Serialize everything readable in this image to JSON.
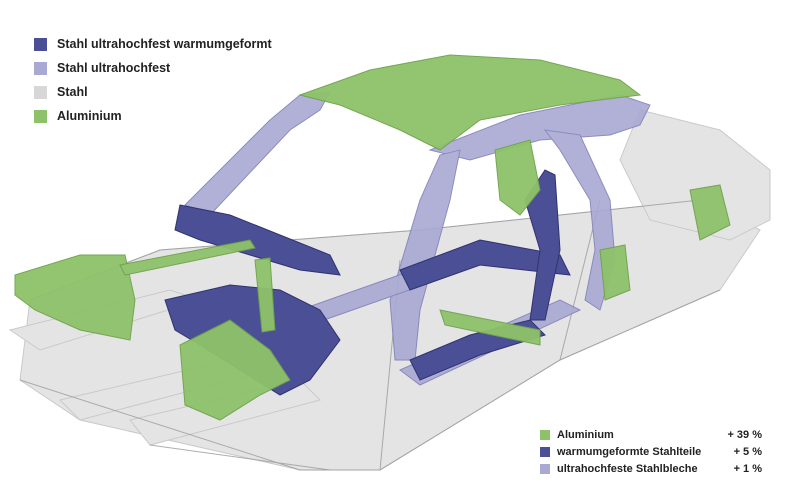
{
  "colors": {
    "hot_formed": "#4a4f96",
    "ultra_high": "#a9a9d4",
    "steel": "#d7d7d7",
    "aluminium": "#8ec26a"
  },
  "legend_materials": [
    {
      "label": "Stahl ultrahochfest warmumgeformt",
      "color": "#4a4f96"
    },
    {
      "label": "Stahl ultrahochfest",
      "color": "#a9a9d4"
    },
    {
      "label": "Stahl",
      "color": "#d7d7d7"
    },
    {
      "label": "Aluminium",
      "color": "#8ec26a"
    }
  ],
  "legend_changes": [
    {
      "label": "Aluminium",
      "value": "+ 39 %",
      "color": "#8ec26a"
    },
    {
      "label": "warmumgeformte Stahlteile",
      "value": "+ 5 %",
      "color": "#4a4f96"
    },
    {
      "label": "ultrahochfeste Stahlbleche",
      "value": "+ 1 %",
      "color": "#a9a9d4"
    }
  ]
}
